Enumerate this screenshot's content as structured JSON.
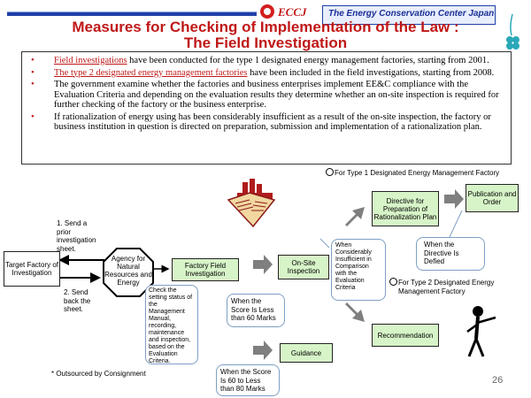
{
  "header": {
    "logo_text": "ECCJ",
    "org_name": "The Energy Conservation Center Japan",
    "title_line1": "Measures for Checking of Implementation of the Law :",
    "title_line2": "The Field Investigation"
  },
  "bullets": [
    {
      "highlight": "Field investigations",
      "text": " have been conducted for the type 1 designated energy management factories, starting from 2001."
    },
    {
      "highlight": "The type 2 designated energy management factories",
      "text": " have been included in the field investigations, starting from 2008."
    },
    {
      "highlight": "",
      "text": "The government examine whether the factories and business enterprises implement EE&C compliance with the Evaluation Criteria and depending on the evaluation results they determine whether an on-site inspection is required for further checking of the factory or the business enterprise."
    },
    {
      "highlight": "",
      "text": "If rationalization of energy using has been considerably insufficient as a result of the on-site inspection, the factory or business institution in question is directed on preparation, submission and implementation of a rationalization plan."
    }
  ],
  "diagram": {
    "for_type1": "For Type 1 Designated Energy Management Factory",
    "for_type2_line1": "For Type 2 Designated Energy",
    "for_type2_line2": "Management Factory",
    "target_factory": "Target Factory of Investigation",
    "agency": "Agency for Natural Resources and Energy",
    "field_investigation": "Factory Field Investigation",
    "on_site": "On-Site Inspection",
    "directive": "Directive for Preparation of Rationalization Plan",
    "publication": "Publication and Order",
    "recommendation": "Recommendation",
    "guidance": "Guidance",
    "step1": "1. Send a prior investigation sheet.",
    "step2": "2. Send back the sheet.",
    "check_status": "Check the setting status of the Management Manual, recording, maintenance and inspection, based on the Evaluation Criteria.",
    "score_less_60": "When the Score Is Less than 60 Marks",
    "score_60_80": "When the Score Is 60 to Less than 80 Marks",
    "insufficient": "When Considerably Insufficient in Comparison with the Evaluation Criteria",
    "defied": "When the Directive Is Defied",
    "outsourced": "* Outsourced by Consignment"
  },
  "page_number": "26",
  "colors": {
    "title_red": "#c01818",
    "box_green": "#d7f4c8",
    "header_blue": "#1f3fa8"
  }
}
